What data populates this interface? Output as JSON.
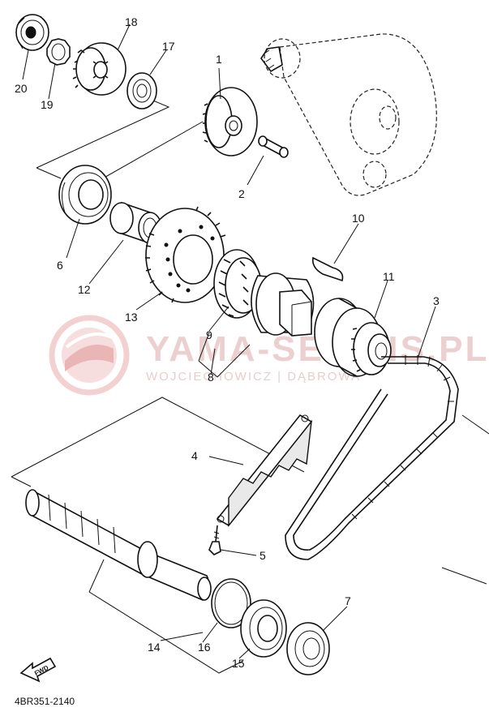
{
  "diagram": {
    "drawing_code": "4BR351-2140",
    "fwd_label": "FWD",
    "watermark": {
      "brand": "YAMA-SERWIS.PL",
      "subtitle": "WOJCIECHOWICZ | DĄBROWA"
    },
    "part_numbers": [
      "1",
      "2",
      "3",
      "4",
      "5",
      "6",
      "7",
      "8",
      "9",
      "10",
      "11",
      "12",
      "13",
      "14",
      "15",
      "16",
      "17",
      "18",
      "19",
      "20"
    ]
  }
}
